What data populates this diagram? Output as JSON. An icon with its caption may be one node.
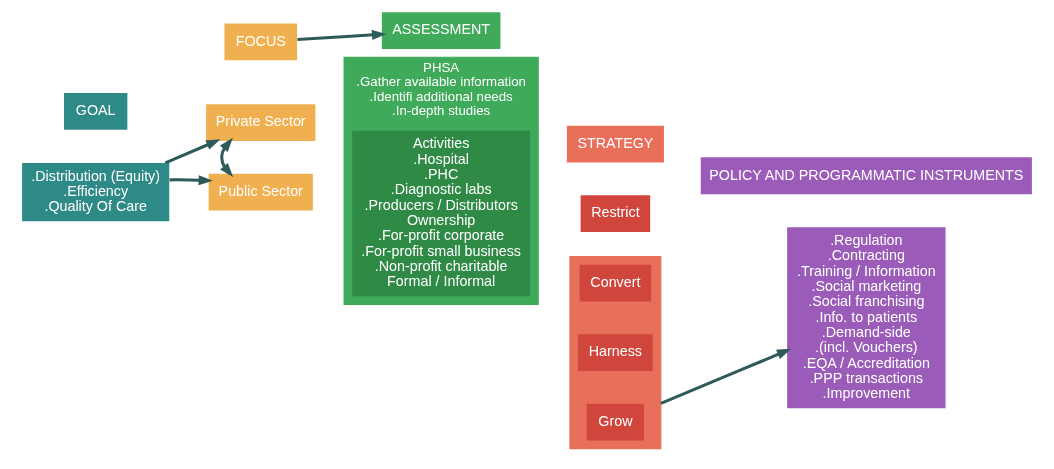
{
  "diagram": {
    "nodes": [
      {
        "text": [
          "GOAL"
        ]
      },
      {
        "text": [
          "FOCUS"
        ]
      },
      {
        "text": [
          "ASSESSMENT"
        ]
      },
      {
        "text": [
          "STRATEGY"
        ]
      },
      {
        "text": [
          "POLICY AND PROGRAMMATIC INSTRUMENTS"
        ]
      },
      {
        "text": [
          ".Distribution (Equity)",
          ".Efficiency",
          ".Quality Of Care"
        ]
      },
      {
        "text": [
          "Private Sector"
        ]
      },
      {
        "text": [
          "Public Sector"
        ]
      },
      {
        "text": [
          "PHSA",
          ".Gather available information",
          ".Identifi additional needs",
          ".In-depth studies"
        ]
      },
      {
        "text": [
          "Activities",
          ".Hospital",
          ".PHC",
          ".Diagnostic labs",
          ".Producers / Distributors",
          "Ownership",
          ".For-profit corporate",
          ".For-profit small business",
          ".Non-profit charitable",
          "Formal / Informal"
        ],
        "in": 8
      },
      {
        "text": [],
        "shape": "box"
      },
      {
        "text": [
          "Grow"
        ],
        "in": 10
      },
      {
        "text": [
          "Harness"
        ],
        "in": 10
      },
      {
        "text": [
          "Convert"
        ],
        "in": 10
      },
      {
        "text": [
          "Restrict"
        ]
      },
      {
        "text": [
          ".Regulation",
          ".Contracting",
          ".Training / Information",
          ".Social marketing",
          ".Social franchising",
          ".Info. to patients",
          ".Demand-side",
          ".(incl. Vouchers)",
          ".EQA / Accreditation",
          ".PPP transactions",
          ".Improvement"
        ]
      }
    ],
    "edges": [
      {
        "from": 1,
        "to": 2,
        "arrow": "to"
      },
      {
        "from": 5,
        "to": 6,
        "arrow": "to"
      },
      {
        "from": 5,
        "to": 7,
        "arrow": "to"
      },
      {
        "from": 6,
        "to": 7,
        "arrow": "both"
      },
      {
        "from": 10,
        "to": 15,
        "arrow": "to"
      }
    ]
  }
}
